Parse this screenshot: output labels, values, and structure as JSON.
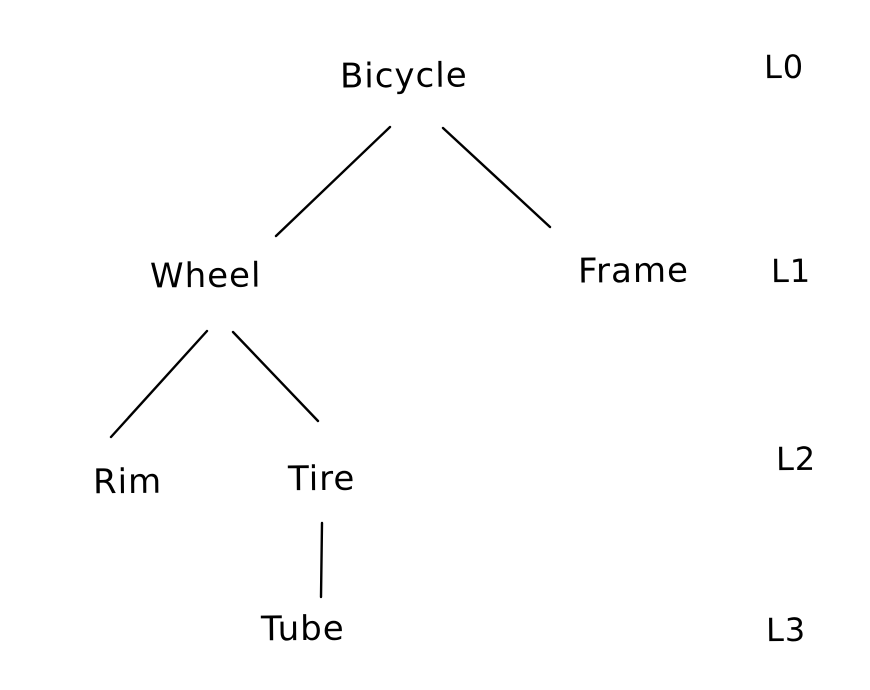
{
  "diagram": {
    "type": "tree",
    "style": "hand-drawn",
    "colors": {
      "ink": "#000000",
      "background": "#ffffff"
    },
    "nodes": {
      "bicycle": {
        "label": "Bicycle",
        "level": "L0"
      },
      "wheel": {
        "label": "Wheel",
        "level": "L1"
      },
      "frame": {
        "label": "Frame",
        "level": "L1"
      },
      "rim": {
        "label": "Rim",
        "level": "L2"
      },
      "tire": {
        "label": "Tire",
        "level": "L2"
      },
      "tube": {
        "label": "Tube",
        "level": "L3"
      }
    },
    "edges": [
      {
        "from": "bicycle",
        "to": "wheel"
      },
      {
        "from": "bicycle",
        "to": "frame"
      },
      {
        "from": "wheel",
        "to": "rim"
      },
      {
        "from": "wheel",
        "to": "tire"
      },
      {
        "from": "tire",
        "to": "tube"
      }
    ],
    "level_labels": {
      "l0": "L0",
      "l1": "L1",
      "l2": "L2",
      "l3": "L3"
    }
  }
}
